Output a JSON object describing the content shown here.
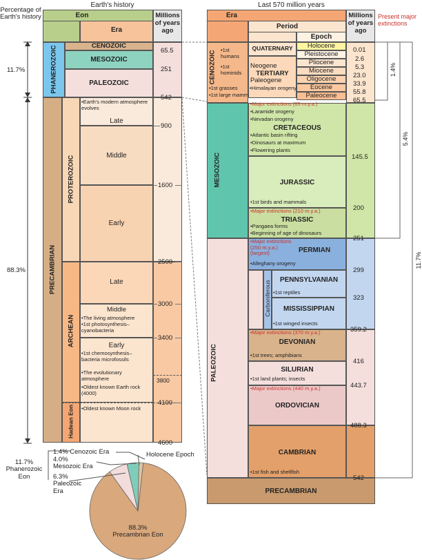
{
  "left": {
    "header_title": "Earth's history",
    "pct_header": "Percentage of Earth's history",
    "col_eon": "Eon",
    "col_era": "Era",
    "col_mya": "Millions of years ago",
    "phanerozoic": "PHANEROZOIC",
    "precambrian": "PRECAMBRIAN",
    "proterozoic": "PROTEROZOIC",
    "archean": "ARCHEAN",
    "hadean": "Hadean Eon",
    "pct_phan": "11.7%",
    "pct_prec": "88.3%",
    "eras": [
      "CENOZOIC",
      "MESOZOIC",
      "PALEOZOIC"
    ],
    "proterozoic_subs": [
      "Late",
      "Middle",
      "Early"
    ],
    "archean_subs": [
      "Late",
      "Middle",
      "Early"
    ],
    "events": {
      "late_prot": "•Earth's modern atmosphere evolves",
      "mid_arch_1": "•The living atmosphere",
      "mid_arch_2": "•1st photosynthesis–cyanobacteria",
      "early_arch_1": "•1st chemosynthesis–bacteria microfossils",
      "early_arch_2": "•The evolutionary atmosphere",
      "early_arch_3": "•Oldest known Earth rock (4000)",
      "hadean_1": "•Oldest known Moon rock"
    },
    "times": [
      "65.5",
      "251",
      "542",
      "900",
      "1600",
      "2500",
      "3000",
      "3400",
      "3800",
      "4100",
      "4600"
    ]
  },
  "right": {
    "header_title": "Last 570 million years",
    "col_era": "Era",
    "col_period": "Period",
    "col_epoch": "Epoch",
    "col_mya": "Millions of years ago",
    "present_ext": "Present major extinctions",
    "cenozoic": "CENOZOIC",
    "mesozoic": "MESOZOIC",
    "paleozoic": "PALEOZOIC",
    "precambrian": "PRECAMBRIAN",
    "carboniferous": "Carboniferous",
    "cen_events": [
      "•1st humans",
      "•1st hominids",
      "•1st grasses",
      "•1st large mammals"
    ],
    "quaternary": "QUATERNARY",
    "neogene": "Neogene",
    "tertiary": "TERTIARY",
    "paleogene": "Paleogene",
    "himalayan": "•Himalayan orogeny",
    "epochs": [
      "Holocene",
      "Pleistocene",
      "Pliocene",
      "Miocene",
      "Oligocene",
      "Eocene",
      "Paleocene"
    ],
    "epoch_times": [
      "0.01",
      "2.6",
      "5.3",
      "23.0",
      "33.9",
      "55.8",
      "65.5"
    ],
    "periods": {
      "cretaceous": "CRETACEOUS",
      "jurassic": "JURASSIC",
      "triassic": "TRIASSIC",
      "permian": "PERMIAN",
      "pennsylvanian": "PENNSYLVANIAN",
      "mississippian": "MISSISSIPPIAN",
      "devonian": "DEVONIAN",
      "silurian": "SILURIAN",
      "ordovician": "ORDOVICIAN",
      "cambrian": "CAMBRIAN"
    },
    "ev": {
      "cre_ext": "•Major extinctions (65 m.y.a.)",
      "cre_1": "•Laramide orogeny",
      "cre_2": "•Nevadan orogeny",
      "cre_3": "•Atlantic basin rifting",
      "cre_4": "•Dinosaurs at maximum",
      "cre_5": "•Flowering plants",
      "jur_1": "•1st birds and mammals",
      "tri_ext": "•Major extinctions (210 m.y.a.)",
      "tri_1": "•Pangaea forms",
      "tri_2": "•Beginning of age of dinosaurs",
      "per_ext": "•Major extinctions (250 m.y.a.) (largest)",
      "per_1": "•Alleghany orogeny",
      "pen_1": "•1st reptiles",
      "mis_1": "•1st winged insects",
      "dev_ext": "•Major extinctions (370 m.y.a.)",
      "dev_1": "•1st trees; amphibians",
      "sil_1": "•1st land plants; insects",
      "ord_ext": "•Major extinctions (440 m.y.a.)",
      "cam_1": "•1st fish and shellfish"
    },
    "times": [
      "145.5",
      "200",
      "251",
      "299",
      "323",
      "359.2",
      "416",
      "443.7",
      "488.3",
      "542"
    ],
    "brackets": [
      "1.4%",
      "5.4%",
      "11.7%"
    ]
  },
  "pie": {
    "labels": {
      "cenozoic": "1.4% Cenozoic Era",
      "mesozoic": "4.0% Mesozoic Era",
      "paleozoic": "6.3% Paleozoic Era",
      "phan": "11.7% Phanerozoic Eon",
      "holocene": "Holocene Epoch",
      "precambrian": "88.3% Precambrian Eon"
    },
    "slices": [
      {
        "name": "Precambrian",
        "value": 88.3,
        "color": "#d9a87c"
      },
      {
        "name": "Paleozoic",
        "value": 6.3,
        "color": "#f2dcdc"
      },
      {
        "name": "Mesozoic",
        "value": 4.0,
        "color": "#7fcdb8"
      },
      {
        "name": "Cenozoic",
        "value": 1.4,
        "color": "#e2c2a0"
      }
    ]
  }
}
